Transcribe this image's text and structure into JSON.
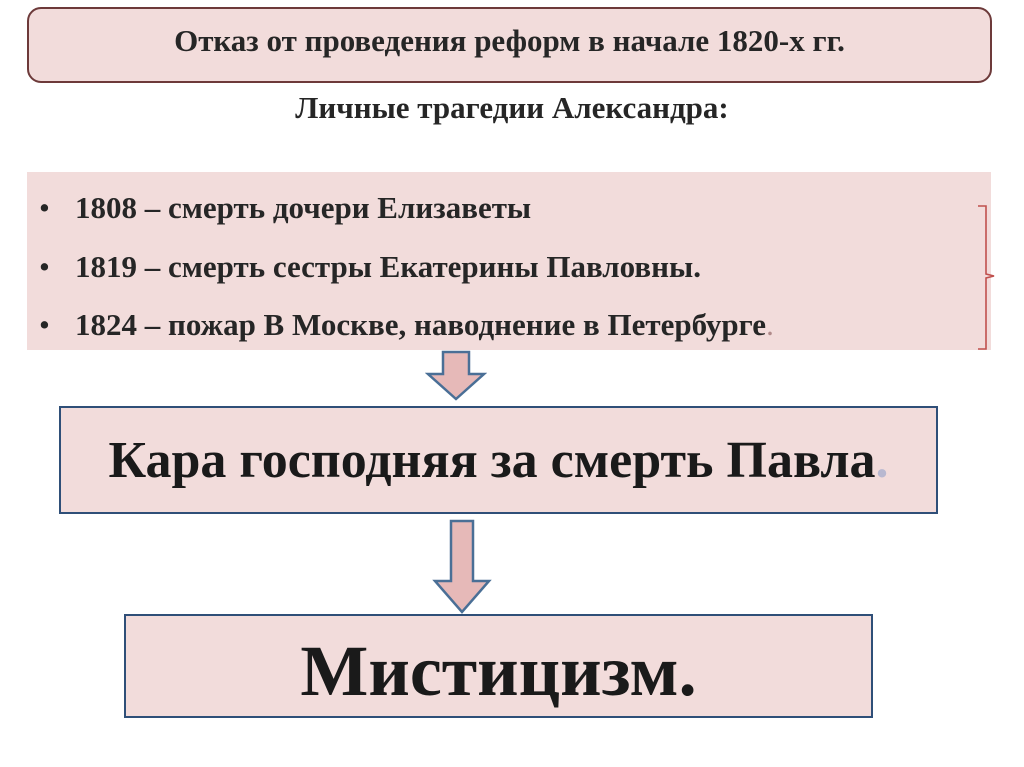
{
  "title": "Отказ от проведения реформ в начале 1820-х гг.",
  "subtitle": "Личные трагедии Александра:",
  "events": [
    {
      "bullet": "•",
      "text": "1808 – смерть дочери Елизаветы",
      "trail": ""
    },
    {
      "bullet": "•",
      "text": "1819 – смерть сестры Екатерины Павловны.",
      "trail": ""
    },
    {
      "bullet": "•",
      "text": "1824 – пожар В Москве, наводнение в Петербурге",
      "trail": "."
    }
  ],
  "cause": {
    "text": "Кара господняя за смерть Павла",
    "trail": "."
  },
  "result": "Мистицизм.",
  "colors": {
    "box_fill": "#f2dcdb",
    "title_border": "#6d3a3a",
    "box_border": "#2f4f78",
    "arrow_fill": "#e6b9b8",
    "arrow_stroke": "#4a6f96",
    "bracket": "#c0504d"
  }
}
